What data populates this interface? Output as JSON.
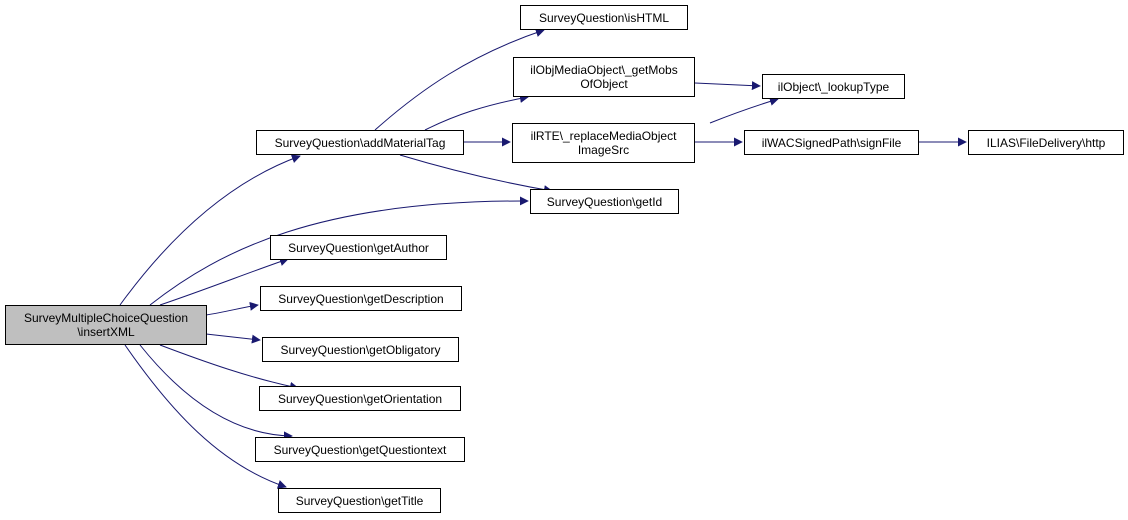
{
  "colors": {
    "edge": "#191970",
    "root_fill": "#bfbfbf",
    "node_fill": "#ffffff",
    "border": "#000000"
  },
  "nodes": {
    "insertxml": [
      "SurveyMultipleChoiceQuestion",
      "\\insertXML"
    ],
    "addmaterialtag": [
      "SurveyQuestion\\addMaterialTag"
    ],
    "ishtml": [
      "SurveyQuestion\\isHTML"
    ],
    "getmobsofobject": [
      "ilObjMediaObject\\_getMobs",
      "OfObject"
    ],
    "lookuptype": [
      "ilObject\\_lookupType"
    ],
    "replacemediaobjectimagesrc": [
      "ilRTE\\_replaceMediaObject",
      "ImageSrc"
    ],
    "signfile": [
      "ilWACSignedPath\\signFile"
    ],
    "http": [
      "ILIAS\\FileDelivery\\http"
    ],
    "getid": [
      "SurveyQuestion\\getId"
    ],
    "getauthor": [
      "SurveyQuestion\\getAuthor"
    ],
    "getdescription": [
      "SurveyQuestion\\getDescription"
    ],
    "getobligatory": [
      "SurveyQuestion\\getObligatory"
    ],
    "getorientation": [
      "SurveyQuestion\\getOrientation"
    ],
    "getquestiontext": [
      "SurveyQuestion\\getQuestiontext"
    ],
    "gettitle": [
      "SurveyQuestion\\getTitle"
    ]
  }
}
